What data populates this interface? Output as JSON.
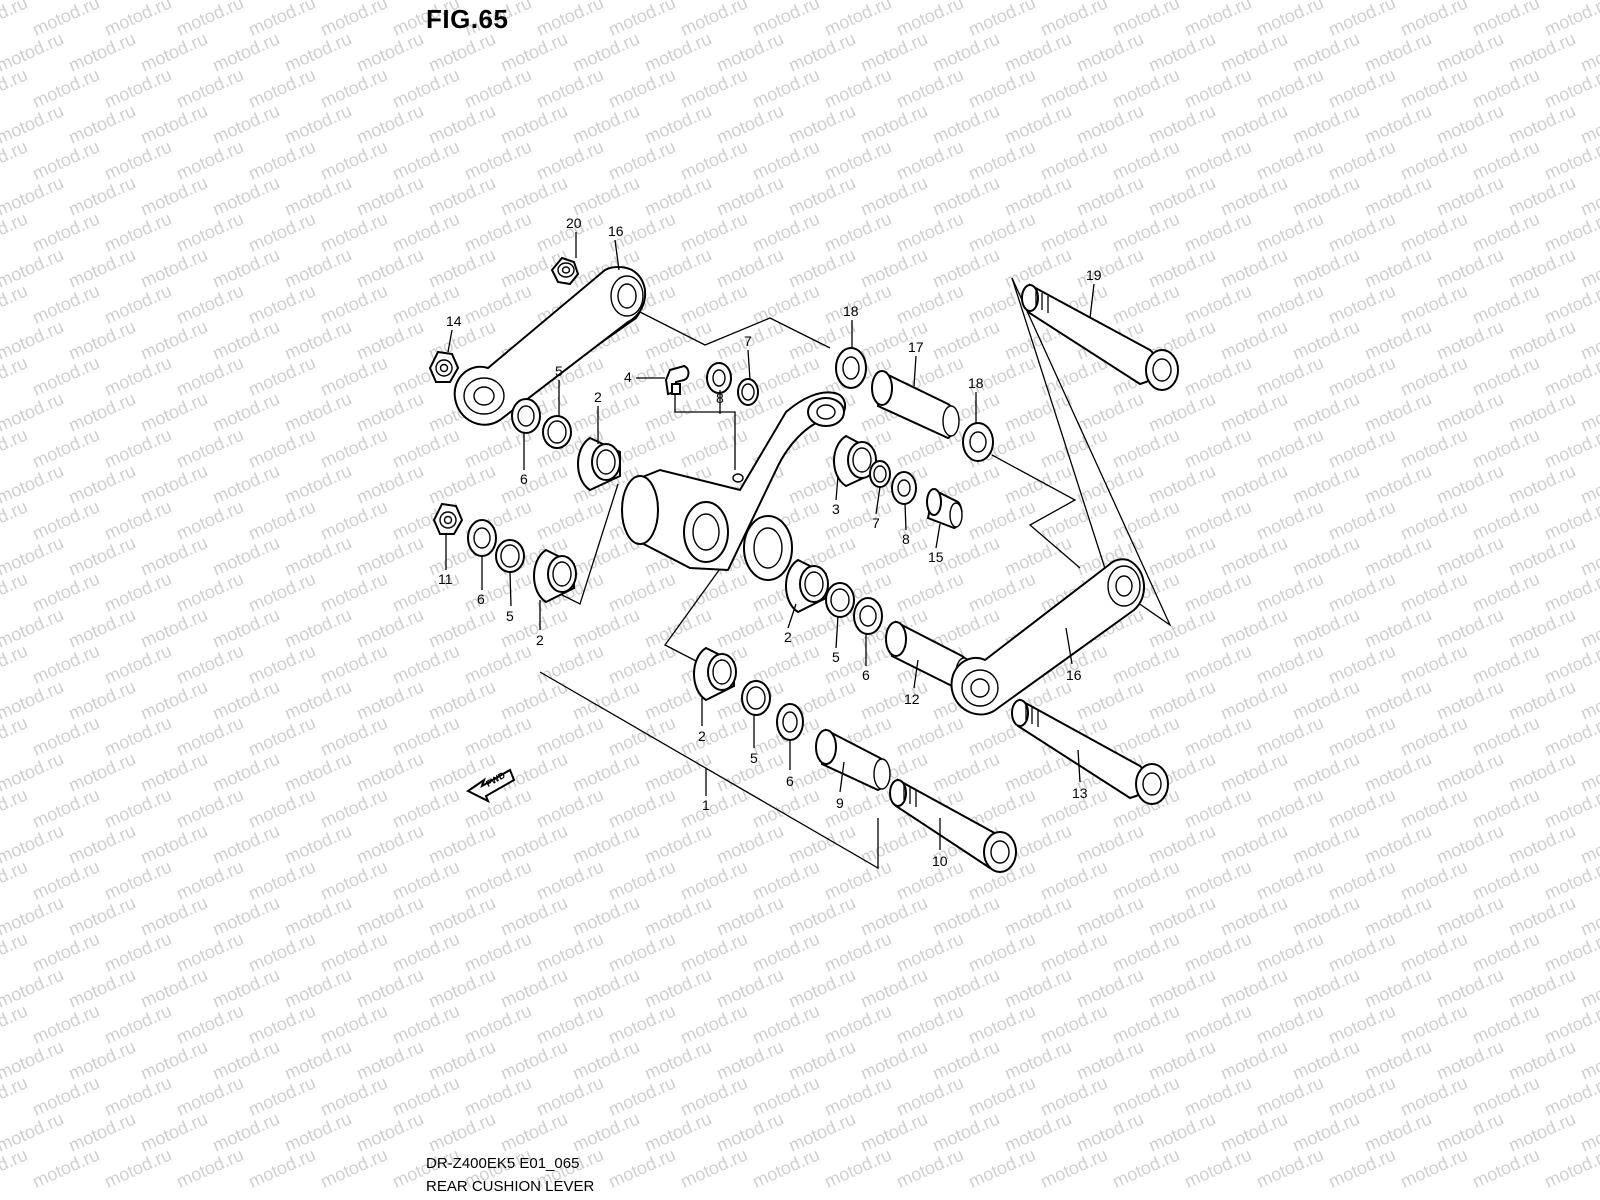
{
  "figure": {
    "title": "FIG.65",
    "code": "DR-Z400EK5 E01_065",
    "name": "REAR CUSHION LEVER"
  },
  "watermark": {
    "text": "motod.ru"
  },
  "fwd_label": "FWD",
  "callouts": [
    {
      "id": "c20",
      "text": "20"
    },
    {
      "id": "c16a",
      "text": "16"
    },
    {
      "id": "c14",
      "text": "14"
    },
    {
      "id": "c19",
      "text": "19"
    },
    {
      "id": "c18a",
      "text": "18"
    },
    {
      "id": "c7a",
      "text": "7"
    },
    {
      "id": "c4",
      "text": "4"
    },
    {
      "id": "c8a",
      "text": "8"
    },
    {
      "id": "c17",
      "text": "17"
    },
    {
      "id": "c18b",
      "text": "18"
    },
    {
      "id": "c5a",
      "text": "5"
    },
    {
      "id": "c2a",
      "text": "2"
    },
    {
      "id": "c6a",
      "text": "6"
    },
    {
      "id": "c3",
      "text": "3"
    },
    {
      "id": "c7b",
      "text": "7"
    },
    {
      "id": "c8b",
      "text": "8"
    },
    {
      "id": "c15",
      "text": "15"
    },
    {
      "id": "c11",
      "text": "11"
    },
    {
      "id": "c6b",
      "text": "6"
    },
    {
      "id": "c5b",
      "text": "5"
    },
    {
      "id": "c2b",
      "text": "2"
    },
    {
      "id": "c2c",
      "text": "2"
    },
    {
      "id": "c5c",
      "text": "5"
    },
    {
      "id": "c6c",
      "text": "6"
    },
    {
      "id": "c12",
      "text": "12"
    },
    {
      "id": "c16b",
      "text": "16"
    },
    {
      "id": "c2d",
      "text": "2"
    },
    {
      "id": "c5d",
      "text": "5"
    },
    {
      "id": "c6d",
      "text": "6"
    },
    {
      "id": "c9",
      "text": "9"
    },
    {
      "id": "c13",
      "text": "13"
    },
    {
      "id": "c1",
      "text": "1"
    },
    {
      "id": "c10",
      "text": "10"
    }
  ]
}
